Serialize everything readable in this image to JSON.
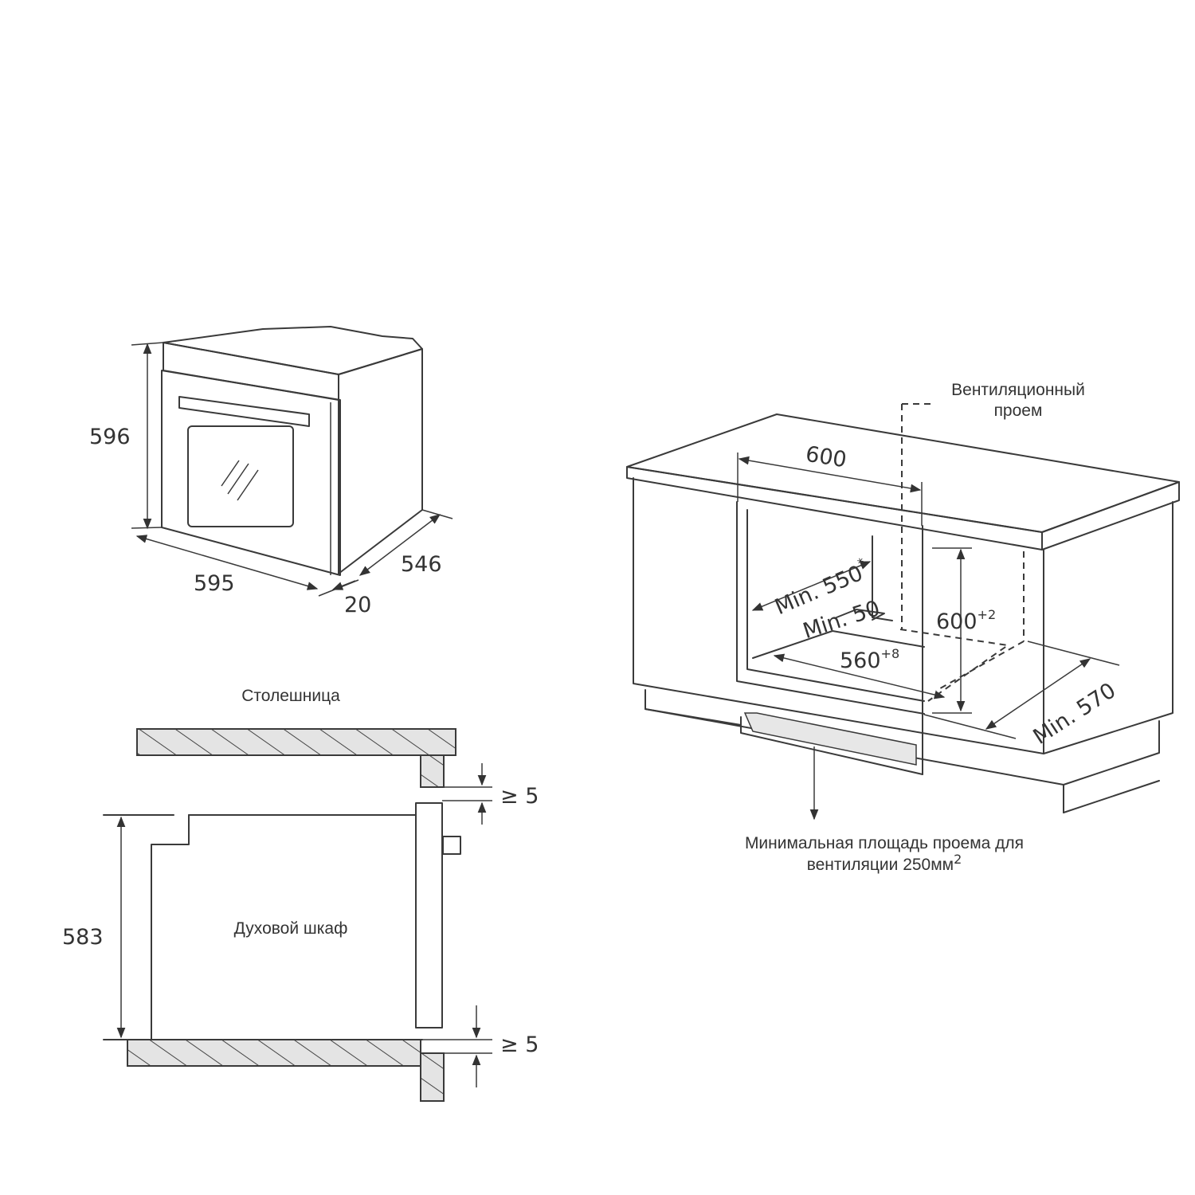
{
  "oven_dims": {
    "height": "596",
    "width": "595",
    "depth": "546",
    "front_thickness": "20"
  },
  "cabinet": {
    "vent_label_line1": "Вентиляционный",
    "vent_label_line2": "проем",
    "width": "600",
    "min_depth": "Min. 550",
    "min_depth_mark": "*",
    "min_gap": "Min. 50",
    "height": "600",
    "height_tol": "+2",
    "inner_width": "560",
    "inner_width_tol": "+8",
    "min_cab_depth": "Min. 570",
    "vent_area_line1": "Минимальная площадь проема для",
    "vent_area_line2": "вентиляции 250мм",
    "vent_area_sup": "2"
  },
  "section": {
    "countertop_label": "Столешница",
    "oven_label": "Духовой шкаф",
    "height": "583",
    "gap_top": "≥ 5",
    "gap_bottom": "≥ 5"
  }
}
